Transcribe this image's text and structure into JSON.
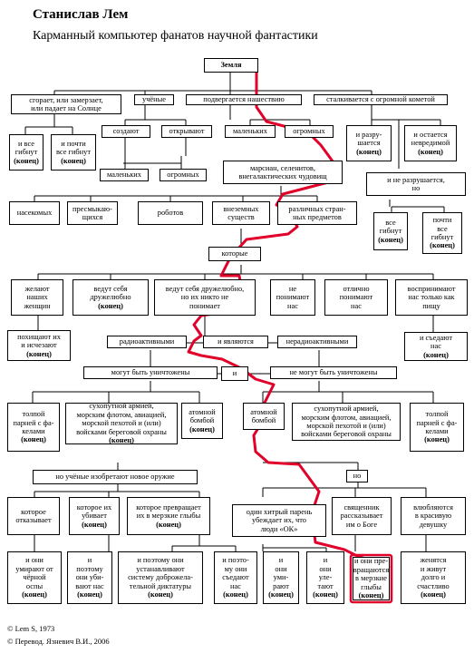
{
  "header": {
    "title": "Станислав Лем",
    "subtitle": "Карманный компьютер фанатов научной фантастики"
  },
  "credits": {
    "line1": "© Lem S, 1973",
    "line2": "© Перевод. Язневич В.И., 2006"
  },
  "colors": {
    "path": "#e0002a",
    "line": "#000000"
  },
  "nodes": {
    "n_root": "Земля",
    "n_burn": "сгорает, или замерзает,\nили падает на Солнце",
    "n_sci": "учёные",
    "n_inv": "подвергается нашествию",
    "n_comet": "сталкивается с огромной кометой",
    "n_all1": "и все\nгибнут",
    "n_all1_end": "(конец)",
    "n_almost1": "и почти\nвсе гибнут",
    "n_almost1_end": "(конец)",
    "n_create": "создают",
    "n_discover": "открывают",
    "n_small_inv": "маленьких",
    "n_huge_inv": "огромных",
    "n_destroyed": "и разру-\nшается",
    "n_destroyed_end": "(конец)",
    "n_remains": "и остается\nневредимой",
    "n_remains_end": "(конец)",
    "n_small_sci": "маленьких",
    "n_huge_sci": "огромных",
    "n_martians": "марсиан, селенитов,\nвнегалактических чудовищ",
    "n_notdestr": "и не разрушается,\nно",
    "n_insects": "насекомых",
    "n_reptiles": "пресмыкаю-\nщихся",
    "n_robots": "роботов",
    "n_earthlings": "внеземных\nсуществ",
    "n_objects": "различных стран-\nных предметов",
    "n_all2": "все\nгибнут",
    "n_all2_end": "(конец)",
    "n_almost2": "почти\nвсе\nгибнут",
    "n_almost2_end": "(конец)",
    "n_which": "которые",
    "n_women": "желают\nнаших\nженщин",
    "n_friendly": "ведут себя\nдружелюбно",
    "n_friendly_end": "(конец)",
    "n_nobody": "ведут себя дружелюбно,\nно их никто не\nпонимает",
    "n_notunderstand": "не\nпонимают\nнас",
    "n_understand": "отлично\nпонимают\nнас",
    "n_food": "воспринимают\nнас только как\nпищу",
    "n_kidnap": "похищают их\nи исчезают",
    "n_kidnap_end": "(конец)",
    "n_radio": "радиоактивными",
    "n_are": "и являются",
    "n_nonradio": "нерадиоактивными",
    "n_eat": "и съедают\nнас",
    "n_eat_end": "(конец)",
    "n_canbe": "могут быть уничтожены",
    "n_and": "и",
    "n_cannot": "не могут быть уничтожены",
    "n_crowd1": "толпой\nпарней с фа-\nкелами",
    "n_crowd1_end": "(конец)",
    "n_army1": "сухопутной армией,\nморским флотом, авиацией,\nморской пехотой и (или)\nвойсками береговой охраны",
    "n_army1_end": "(конец)",
    "n_bomb1": "атомной\nбомбой",
    "n_bomb1_end": "(конец)",
    "n_bomb2": "атомной\nбомбой",
    "n_army2": "сухопутной армией,\nморским флотом, авиацией,\nморской пехотой и (или)\nвойсками береговой охраны",
    "n_crowd2": "толпой\nпарней с фа-\nкелами",
    "n_crowd2_end": "(конец)",
    "n_newweapon": "но учёные изобретают новое оружие",
    "n_but": "но",
    "n_refuses": "которое\nотказывает",
    "n_kills": "которое их\nубивает",
    "n_kills_end": "(конец)",
    "n_lumps": "которое превращает\nих в мерзкие глыбы",
    "n_lumps_end": "(конец)",
    "n_cunning": "один хитрый парень\nубеждает их, что\nлюди «ОК»",
    "n_priest": "священник\nрассказывает\nим о Боге",
    "n_love": "влюбляются\nв красивую\nдевушку",
    "n_plague": "и они\nумирают от\nчёрной\nоспы",
    "n_plague_end": "(конец)",
    "n_killus": "и\nпоэтому\nони уби-\nвают нас",
    "n_killus_end": "(конец)",
    "n_dictator": "и поэтому они\nустанавливают\nсистему доброжела-\nтельной диктатуры",
    "n_dictator_end": "(конец)",
    "n_eatus": "и поэто-\nму они\nсъедают\nнас",
    "n_eatus_end": "(конец)",
    "n_die": "и\nони\nуми-\nрают",
    "n_die_end": "(конец)",
    "n_fly": "и\nони\nуле-\nтают",
    "n_fly_end": "(конец)",
    "n_turn": "и они пре-\nвращаются\nв мерзкие\nглыбы",
    "n_turn_end": "(конец)",
    "n_marry": "женятся\nи живут\nдолго и\nсчастливо",
    "n_marry_end": "(конец)"
  }
}
